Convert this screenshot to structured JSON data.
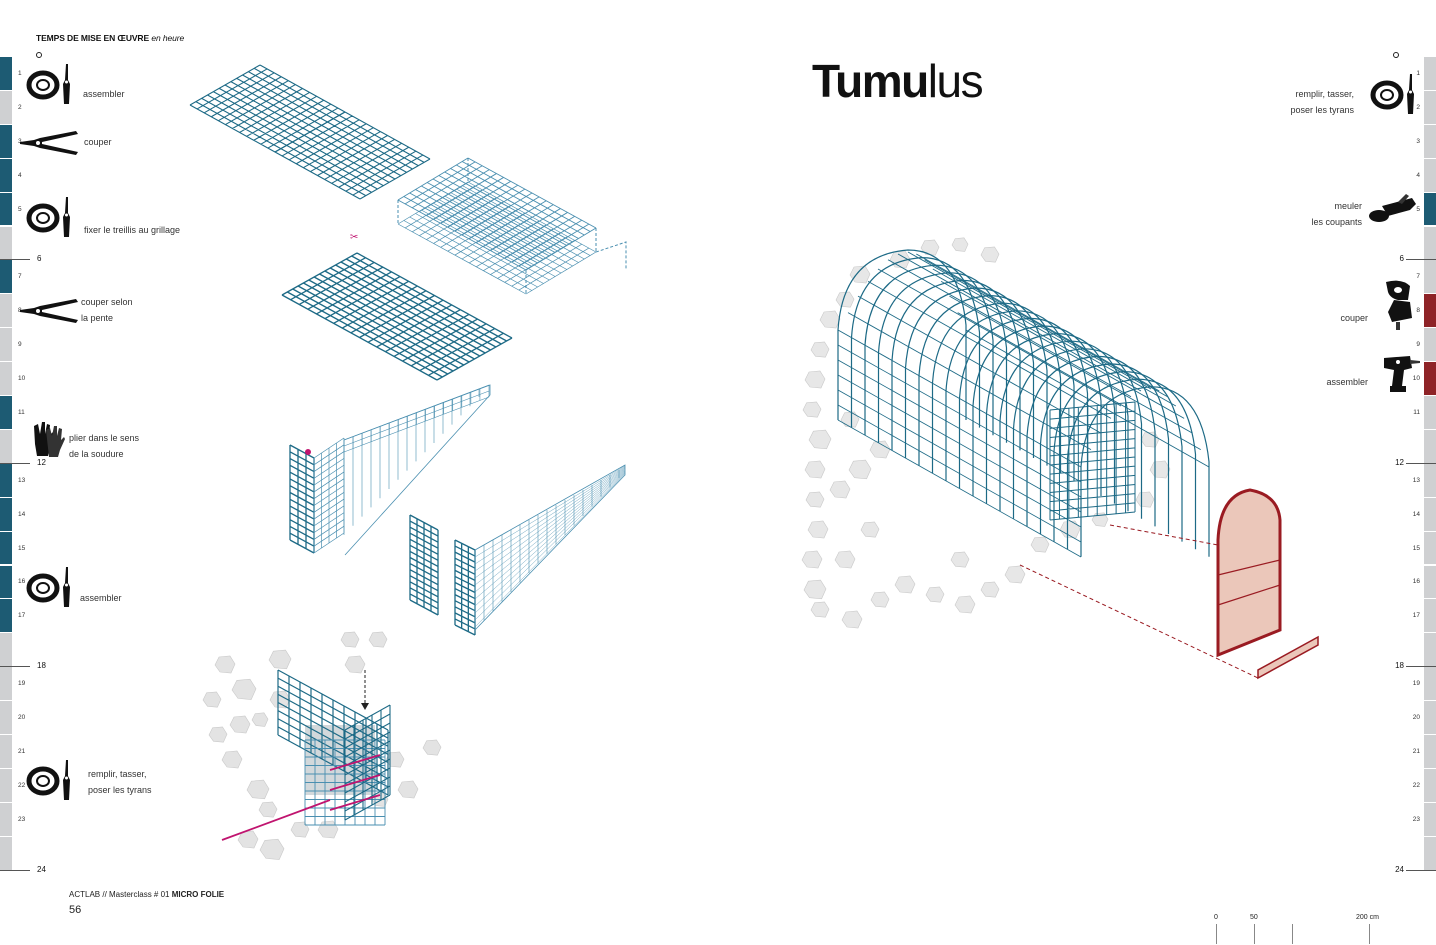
{
  "header": {
    "title": "TEMPS DE MISE EN ŒUVRE",
    "subtitle": "en heure"
  },
  "title": {
    "part1": "Tumu",
    "part2": "lus"
  },
  "footer": {
    "prefix": "ACTLAB // Masterclass # 01 ",
    "bold": "MICRO FOLIE",
    "page": "56"
  },
  "scale": {
    "zero": "0",
    "mid": "50",
    "max": "200 cm"
  },
  "ruler": {
    "hours": [
      "1",
      "2",
      "3",
      "4",
      "5",
      "6",
      "7",
      "8",
      "9",
      "10",
      "11",
      "12",
      "13",
      "14",
      "15",
      "16",
      "17",
      "18",
      "19",
      "20",
      "21",
      "22",
      "23",
      "24"
    ],
    "left_blocks": [
      "filled",
      "empty",
      "filled",
      "filled",
      "filled",
      "empty",
      "filled",
      "empty",
      "empty",
      "empty",
      "filled",
      "empty",
      "filled",
      "filled",
      "filled",
      "filled",
      "filled",
      "empty",
      "empty",
      "empty",
      "empty",
      "empty",
      "empty",
      "empty"
    ],
    "right_blocks": [
      "empty",
      "empty",
      "empty",
      "empty",
      "filled",
      "empty",
      "empty",
      "accent",
      "empty",
      "accent",
      "empty",
      "empty",
      "empty",
      "empty",
      "empty",
      "empty",
      "empty",
      "empty",
      "empty",
      "empty",
      "empty",
      "empty",
      "empty",
      "empty"
    ],
    "colors": {
      "filled": "#1d5b73",
      "empty": "#cfd0d2",
      "accent": "#8e2327"
    }
  },
  "left_steps": [
    {
      "icon": "wire-coil-pliers-icon",
      "lines": [
        "assembler"
      ]
    },
    {
      "icon": "bolt-cutter-icon",
      "lines": [
        "couper"
      ]
    },
    {
      "icon": "wire-coil-pliers-icon",
      "lines": [
        "fixer le treillis au grillage"
      ]
    },
    {
      "icon": "bolt-cutter-icon",
      "lines": [
        "couper selon",
        "la pente"
      ]
    },
    {
      "icon": "gloves-icon",
      "lines": [
        "plier dans le sens",
        "de la soudure"
      ]
    },
    {
      "icon": "wire-coil-pliers-icon",
      "lines": [
        "assembler"
      ]
    },
    {
      "icon": "wire-coil-pliers-icon",
      "lines": [
        "remplir, tasser,",
        "poser les tyrans"
      ]
    }
  ],
  "right_steps": [
    {
      "icon": "wire-coil-pliers-icon",
      "lines": [
        "remplir, tasser,",
        "poser les tyrans"
      ]
    },
    {
      "icon": "angle-grinder-icon",
      "lines": [
        "meuler",
        "les coupants"
      ]
    },
    {
      "icon": "jigsaw-icon",
      "lines": [
        "couper"
      ]
    },
    {
      "icon": "drill-icon",
      "lines": [
        "assembler"
      ]
    }
  ]
}
